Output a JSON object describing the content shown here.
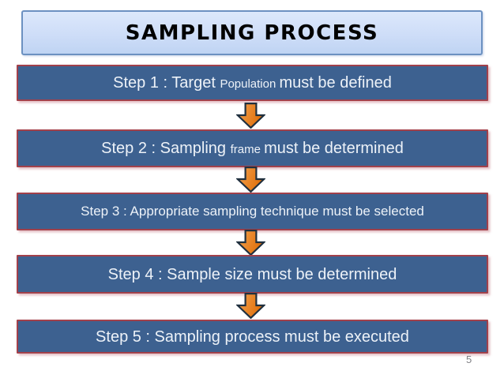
{
  "slide": {
    "title": "SAMPLING PROCESS",
    "page_number": "5",
    "steps": [
      {
        "prefix": "Step 1 : Target ",
        "small": "Population ",
        "suffix": "must be defined"
      },
      {
        "prefix": "Step 2 : Sampling ",
        "small": "frame ",
        "suffix": "must be determined"
      },
      {
        "prefix": "Step 3 : Appropriate sampling technique must be selected",
        "small": "",
        "suffix": ""
      },
      {
        "prefix": "Step 4 : Sample size must be determined",
        "small": "",
        "suffix": ""
      },
      {
        "prefix": "Step 5 : Sampling process must be executed",
        "small": "",
        "suffix": ""
      }
    ],
    "colors": {
      "background": "#FFFFFF",
      "title_fill_top": "#DCE8FB",
      "title_fill_bottom": "#BFD4F3",
      "title_border": "#6C91C1",
      "title_text": "#000000",
      "box_fill": "#3D6190",
      "box_border": "#A2414B",
      "box_text": "#EDF2F8",
      "arrow_light": "#F2A351",
      "arrow_dark": "#E06F0A",
      "arrow_outline": "#20303F",
      "page_number_color": "#808085"
    }
  }
}
